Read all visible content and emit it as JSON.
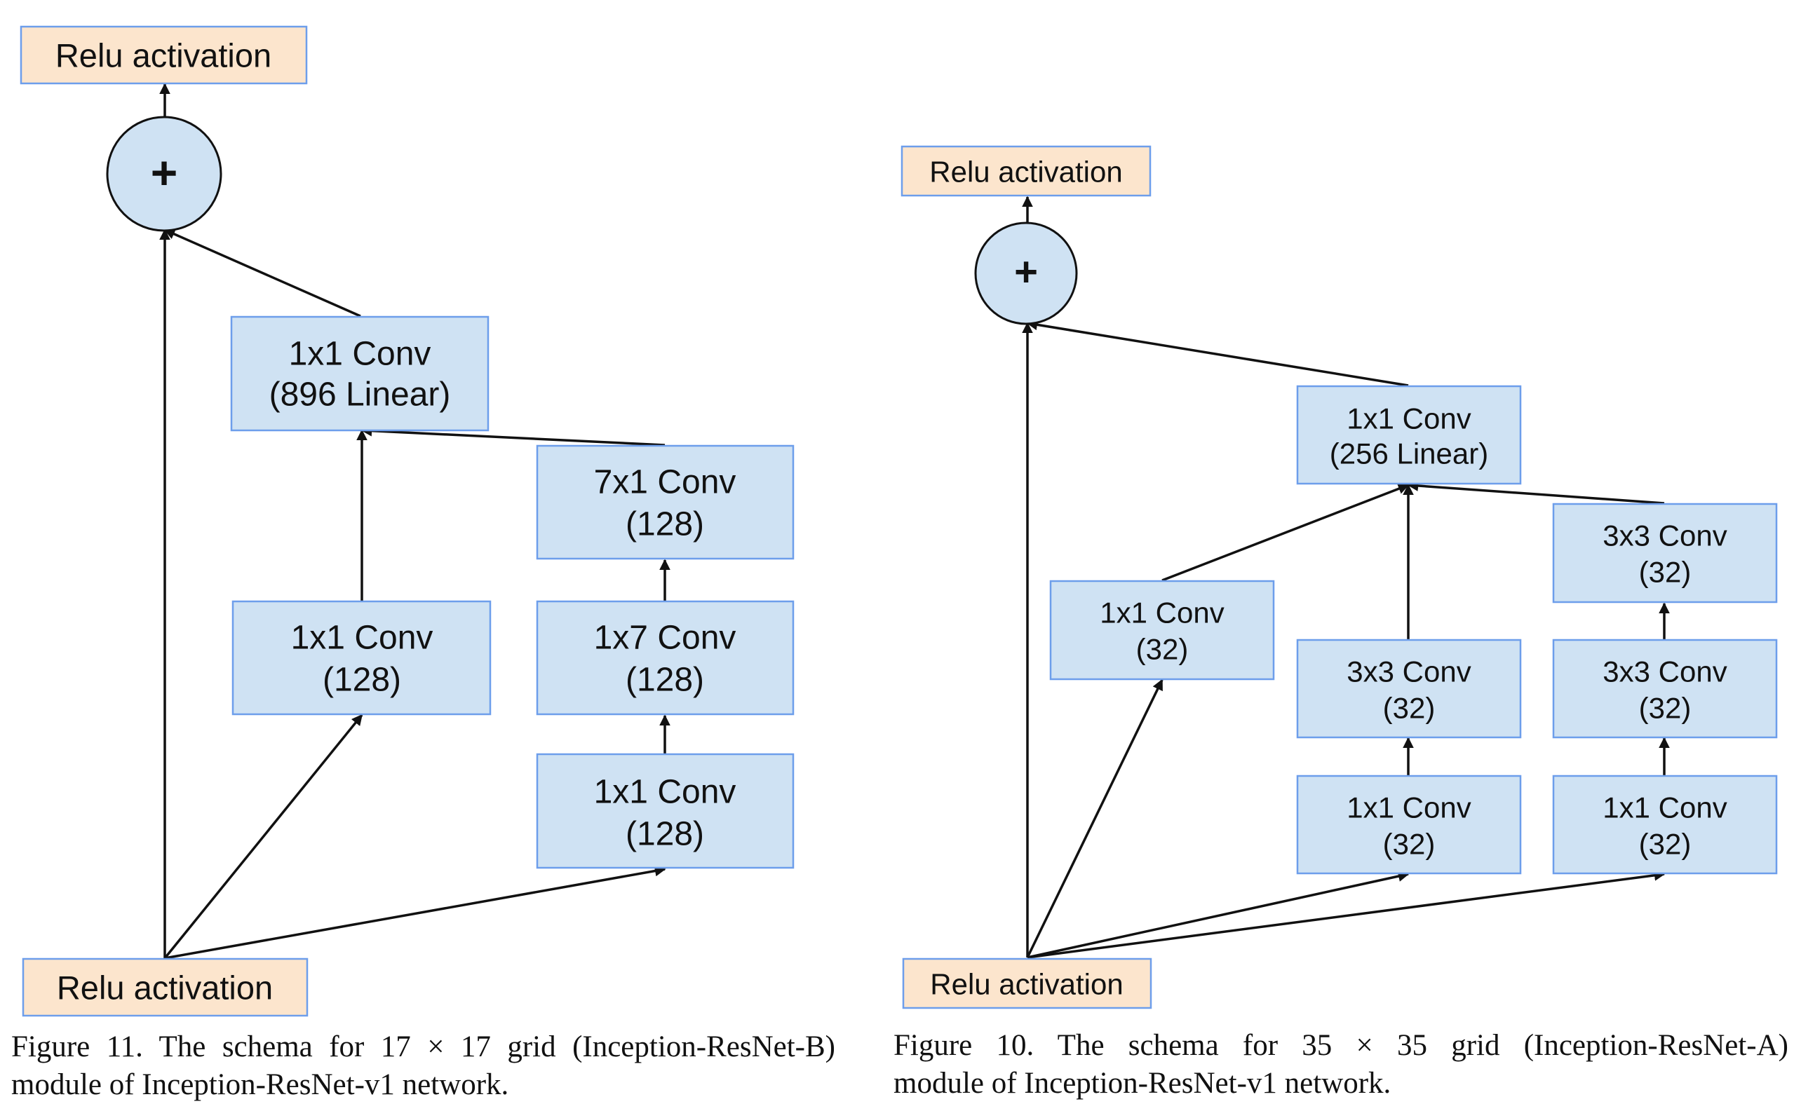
{
  "colors": {
    "conv_fill": "#cfe2f3",
    "conv_stroke": "#6d9eeb",
    "relu_fill": "#fce5cd",
    "sum_fill": "#cfe2f3",
    "edge": "#111111"
  },
  "figure_b": {
    "relu_top": "Relu activation",
    "sum_symbol": "+",
    "conv_linear": {
      "l1": "1x1 Conv",
      "l2": "(896 Linear)"
    },
    "branch1_conv": {
      "l1": "1x1 Conv",
      "l2": "(128)"
    },
    "branch2_conv_top": {
      "l1": "7x1 Conv",
      "l2": "(128)"
    },
    "branch2_conv_mid": {
      "l1": "1x7 Conv",
      "l2": "(128)"
    },
    "branch2_conv_bottom": {
      "l1": "1x1 Conv",
      "l2": "(128)"
    },
    "relu_bottom": "Relu activation",
    "caption_line1": "Figure 11. The schema for 17 × 17 grid (Inception-ResNet-B)",
    "caption_line2": "module of Inception-ResNet-v1 network."
  },
  "figure_a": {
    "relu_top": "Relu activation",
    "sum_symbol": "+",
    "conv_linear": {
      "l1": "1x1 Conv",
      "l2": "(256 Linear)"
    },
    "branch1_conv": {
      "l1": "1x1 Conv",
      "l2": "(32)"
    },
    "branch2_conv_top": {
      "l1": "3x3 Conv",
      "l2": "(32)"
    },
    "branch2_conv_bottom": {
      "l1": "1x1 Conv",
      "l2": "(32)"
    },
    "branch3_conv_top": {
      "l1": "3x3 Conv",
      "l2": "(32)"
    },
    "branch3_conv_mid": {
      "l1": "3x3 Conv",
      "l2": "(32)"
    },
    "branch3_conv_bottom": {
      "l1": "1x1 Conv",
      "l2": "(32)"
    },
    "relu_bottom": "Relu activation",
    "caption_line1": "Figure 10. The schema for 35 × 35 grid (Inception-ResNet-A)",
    "caption_line2": "module of Inception-ResNet-v1 network."
  }
}
